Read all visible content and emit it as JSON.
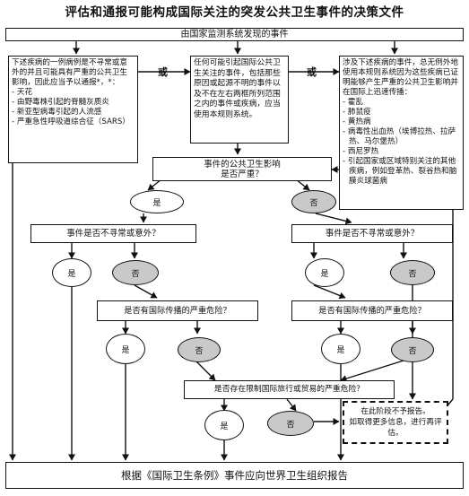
{
  "title": "评估和通报可能构成国际关注的突发公共卫生事件的决策文件",
  "top_bar": "由国家监测系统发现的事件",
  "or_label": "或",
  "left_box": {
    "intro": "下述疾病的一例病例是不寻常或意外的并且可能具有严重的公共卫生影响，因此应当予以通报*，*：",
    "items": [
      "天花",
      "由野毒株引起的脊髓灰质炎",
      "新亚型病毒引起的人流感",
      "严重急性呼吸道综合征（SARS）"
    ]
  },
  "middle_box": "任何可能引起国际公共卫生关注的事件，包括那些原因或起源不明的事件以及不在左右两框所列范围之内的事件或疾病，应当使用本规则系统。",
  "right_box": {
    "intro": "涉及下述疾病的事件，总无例外地使用本规则系统因为这些疾病已证明能够产生严重的公共卫生影响并在国际上迅速传播：",
    "items": [
      "霍乱",
      "肺鼠疫",
      "黄热病",
      "病毒性出血热（埃博拉热、拉萨热、马尔堡热）",
      "西尼罗热",
      "引起国家或区域特别关注的其他疾病，例如登革热、裂谷热和脑膜炎球菌病"
    ]
  },
  "q_severe": "事件的公共卫生影响\n是否严重？",
  "q_unusual": "事件是否不寻常或意外？",
  "q_intl": "是否有国际传播的严重危险？",
  "q_travel": "是否存在限制国际旅行或贸易的严重危险？",
  "yes": "是",
  "no": "否",
  "dashed_box": "在此阶段不予报告。\n如取得更多信息，进行再评估。",
  "bottom_box": "根据《国际卫生条例》事件应向世界卫生组织报告"
}
